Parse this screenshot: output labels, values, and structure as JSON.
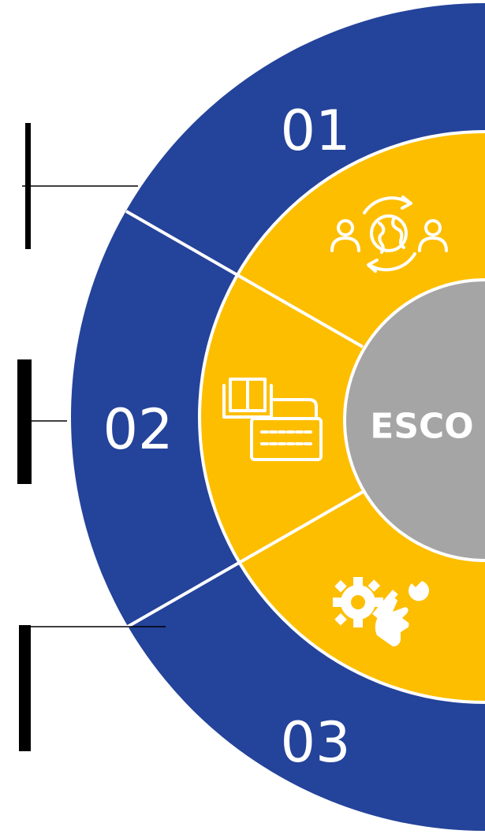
{
  "colors": {
    "outer_ring": "#24439A",
    "inner_ring": "#FDBE00",
    "center": "#A5A5A5",
    "divider": "#FFFFFF",
    "marker": "#000000",
    "connector": "#000000",
    "text": "#FFFFFF"
  },
  "center": {
    "label": "ESCO"
  },
  "segments": [
    {
      "number": "01",
      "icon": "global-exchange-people-icon"
    },
    {
      "number": "02",
      "icon": "book-keyboard-icon"
    },
    {
      "number": "03",
      "icon": "gear-wrench-hand-icon"
    }
  ]
}
